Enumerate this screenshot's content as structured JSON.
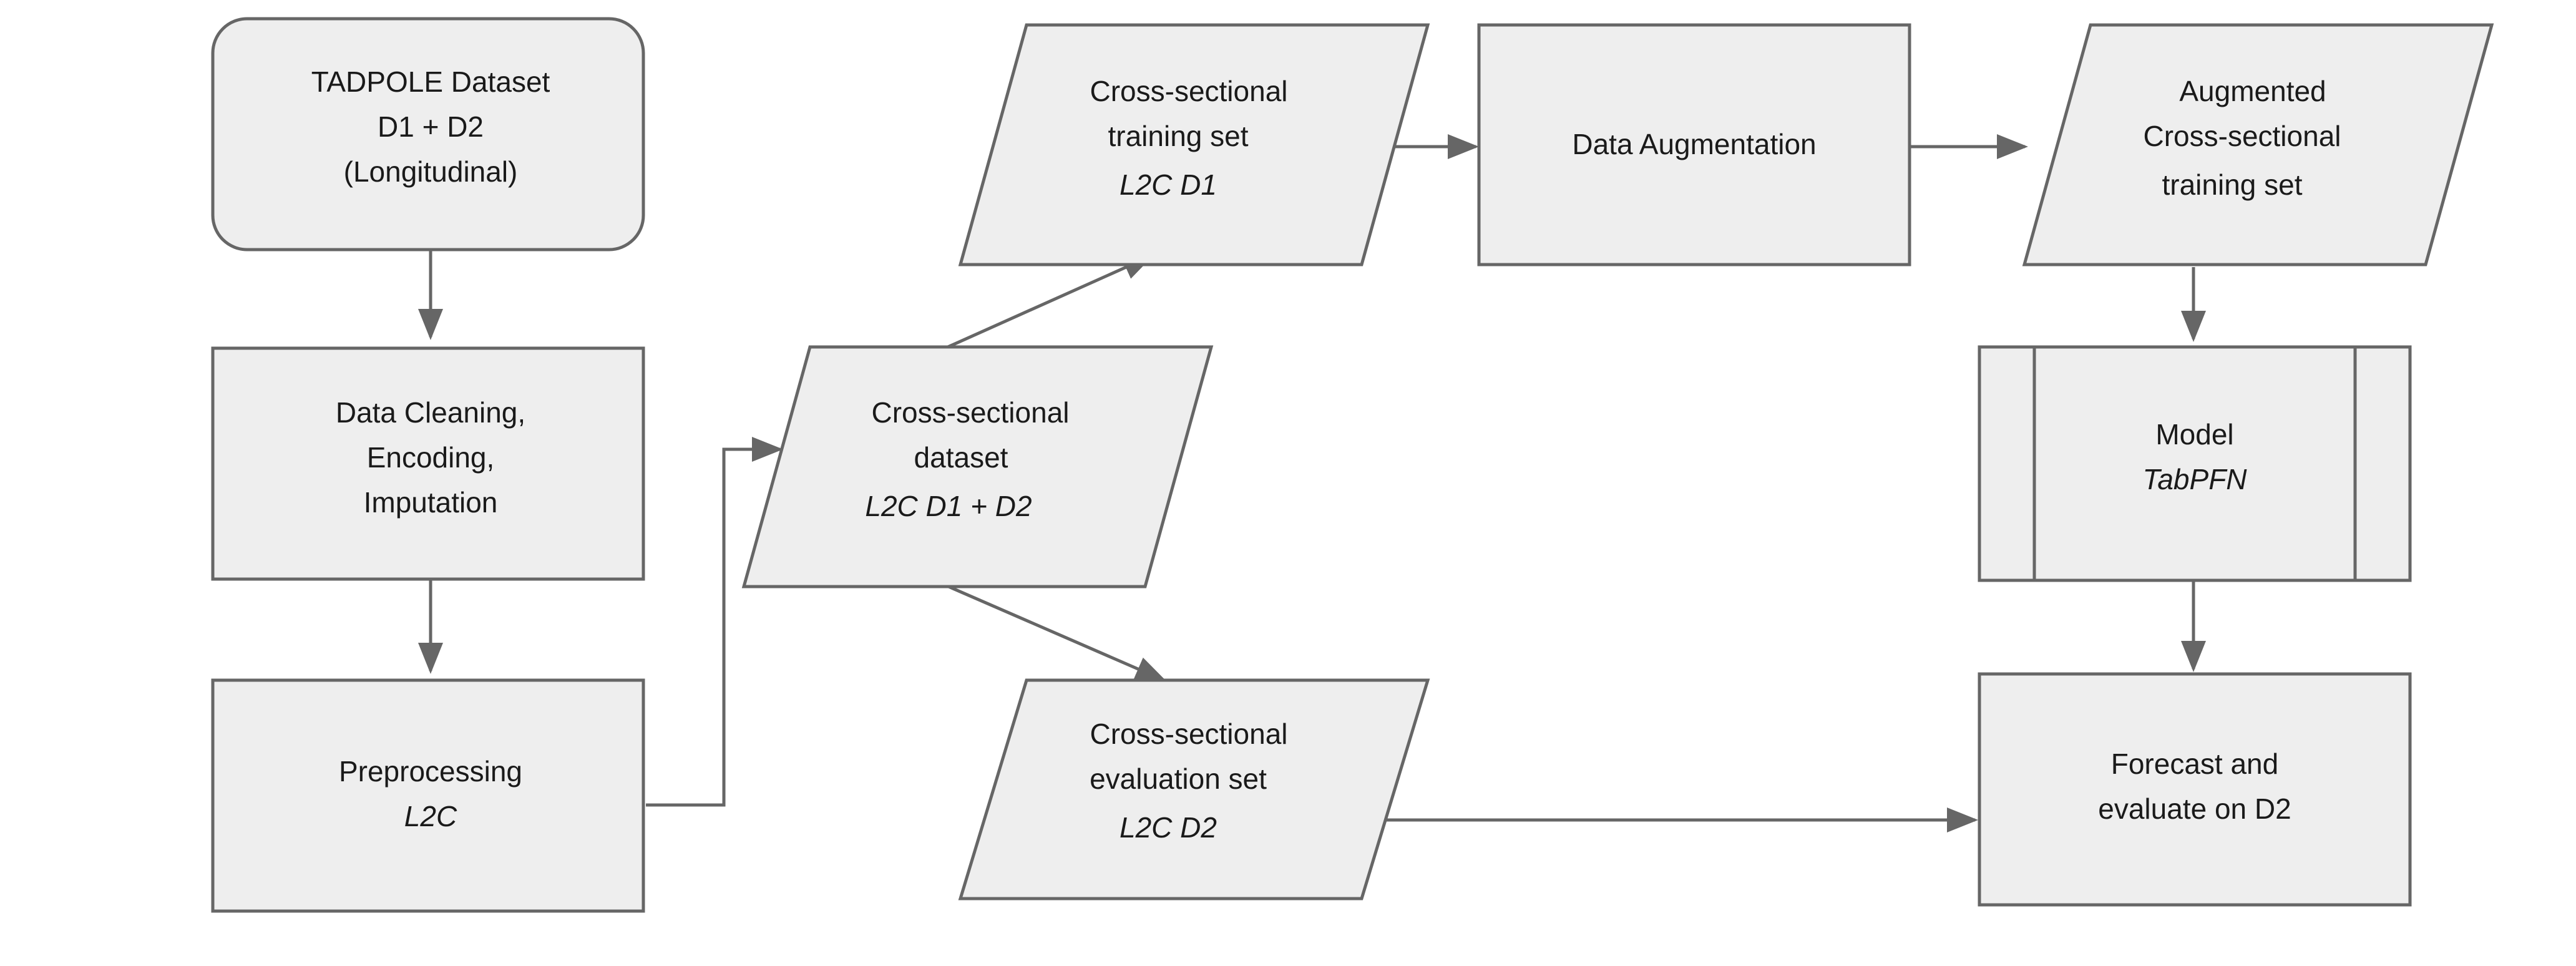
{
  "diagram": {
    "title": "TADPOLE L2C cross-sectional pipeline flowchart",
    "colors": {
      "node_fill": "#eeeeee",
      "node_stroke": "#666666",
      "edge_stroke": "#666666",
      "text": "#1a1a1a",
      "background": "#ffffff"
    },
    "nodes": {
      "tadpole_dataset": {
        "shape": "rounded-rectangle",
        "lines": [
          "TADPOLE Dataset",
          "D1 + D2",
          "(Longitudinal)"
        ],
        "italic_lines": []
      },
      "data_cleaning": {
        "shape": "rectangle",
        "lines": [
          "Data Cleaning,",
          "Encoding,",
          "Imputation"
        ],
        "italic_lines": []
      },
      "preprocessing": {
        "shape": "rectangle",
        "lines": [
          "Preprocessing",
          "L2C"
        ],
        "italic_lines": [
          "L2C"
        ]
      },
      "cross_sectional_dataset": {
        "shape": "parallelogram",
        "lines": [
          "Cross-sectional",
          "dataset",
          "L2C D1 + D2"
        ],
        "italic_lines": [
          "L2C D1 + D2"
        ]
      },
      "cross_sectional_training_set": {
        "shape": "parallelogram",
        "lines": [
          "Cross-sectional",
          "training set",
          "L2C D1"
        ],
        "italic_lines": [
          "L2C D1"
        ]
      },
      "data_augmentation": {
        "shape": "rectangle",
        "lines": [
          "Data Augmentation"
        ],
        "italic_lines": []
      },
      "augmented_training_set": {
        "shape": "parallelogram",
        "lines": [
          "Augmented",
          "Cross-sectional",
          "training set"
        ],
        "italic_lines": []
      },
      "model": {
        "shape": "predefined-process",
        "lines": [
          "Model",
          "TabPFN"
        ],
        "italic_lines": [
          "TabPFN"
        ]
      },
      "cross_sectional_evaluation_set": {
        "shape": "parallelogram",
        "lines": [
          "Cross-sectional",
          "evaluation set",
          "L2C D2"
        ],
        "italic_lines": [
          "L2C D2"
        ]
      },
      "forecast_evaluate": {
        "shape": "rectangle",
        "lines": [
          "Forecast and",
          "evaluate on D2"
        ],
        "italic_lines": []
      }
    },
    "edges": [
      {
        "from": "tadpole_dataset",
        "to": "data_cleaning",
        "style": "straight-vertical"
      },
      {
        "from": "data_cleaning",
        "to": "preprocessing",
        "style": "straight-vertical"
      },
      {
        "from": "preprocessing",
        "to": "cross_sectional_dataset",
        "style": "elbow"
      },
      {
        "from": "cross_sectional_dataset",
        "to": "cross_sectional_training_set",
        "style": "diagonal"
      },
      {
        "from": "cross_sectional_dataset",
        "to": "cross_sectional_evaluation_set",
        "style": "diagonal"
      },
      {
        "from": "cross_sectional_training_set",
        "to": "data_augmentation",
        "style": "straight-horizontal"
      },
      {
        "from": "data_augmentation",
        "to": "augmented_training_set",
        "style": "straight-horizontal"
      },
      {
        "from": "augmented_training_set",
        "to": "model",
        "style": "straight-vertical"
      },
      {
        "from": "model",
        "to": "forecast_evaluate",
        "style": "straight-vertical"
      },
      {
        "from": "cross_sectional_evaluation_set",
        "to": "forecast_evaluate",
        "style": "straight-horizontal"
      }
    ]
  }
}
